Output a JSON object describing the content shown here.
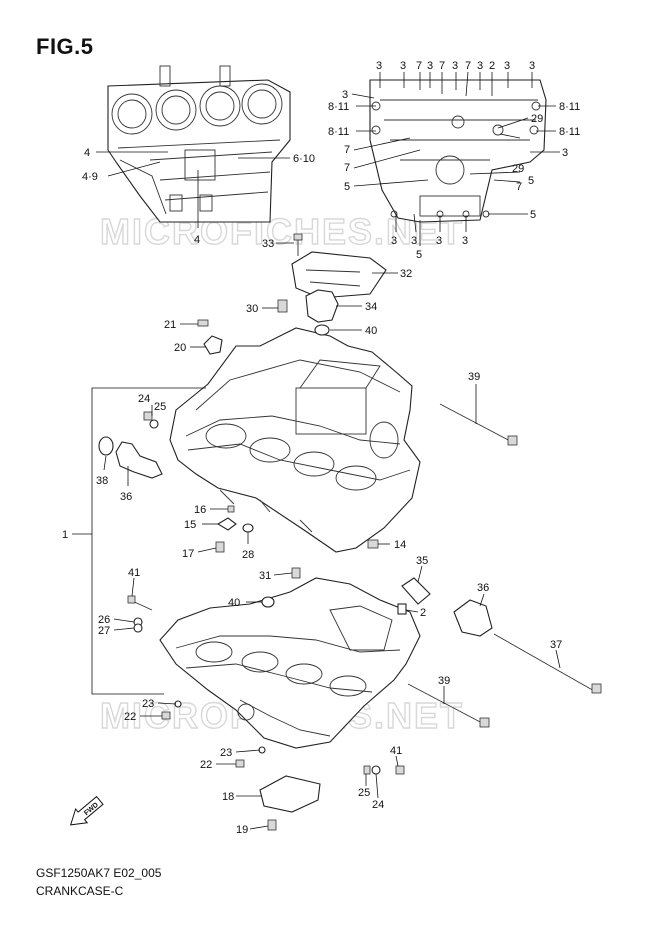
{
  "figure_title": "FIG.5",
  "code": "GSF1250AK7 E02_005",
  "subtitle": "CRANKCASE-C",
  "watermark": "MICROFICHES.NET",
  "fwd_label": "FWD",
  "top_left_labels": [
    "4",
    "4·9",
    "4",
    "6·10"
  ],
  "top_right_labels": [
    "3",
    "3",
    "7",
    "3",
    "7",
    "3",
    "7",
    "3",
    "2",
    "3",
    "3",
    "3",
    "8·11",
    "8·11",
    "8·11",
    "8·11",
    "29",
    "29",
    "7",
    "7",
    "7",
    "3",
    "5",
    "5",
    "5",
    "3",
    "3",
    "5",
    "3",
    "3"
  ],
  "part_labels": [
    "33",
    "32",
    "34",
    "30",
    "40",
    "21",
    "20",
    "39",
    "24",
    "25",
    "38",
    "36",
    "1",
    "16",
    "15",
    "17",
    "28",
    "14",
    "35",
    "2",
    "31",
    "36",
    "40",
    "41",
    "26",
    "27",
    "37",
    "39",
    "23",
    "22",
    "23",
    "22",
    "41",
    "25",
    "24",
    "18",
    "19"
  ]
}
